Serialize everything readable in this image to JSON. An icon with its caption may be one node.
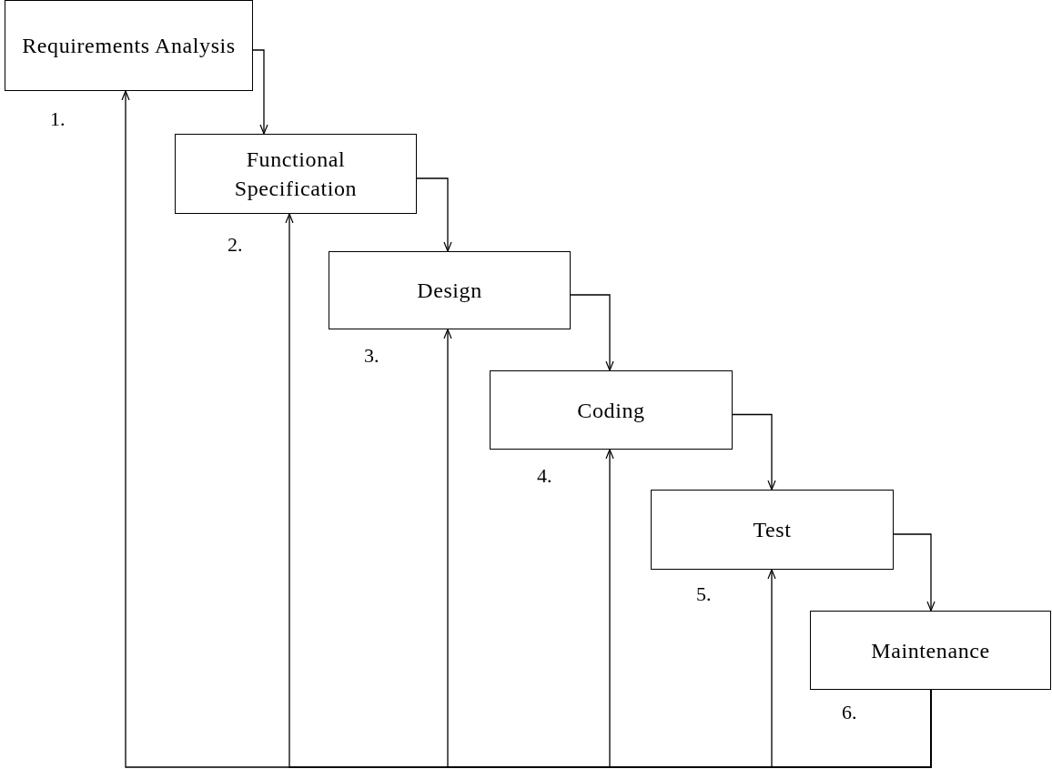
{
  "diagram": {
    "nodes": [
      {
        "text": [
          "Requirements Analysis"
        ],
        "beside": [
          "1."
        ]
      },
      {
        "text": [
          "Functional Specification"
        ],
        "beside": [
          "2."
        ]
      },
      {
        "text": [
          "Design"
        ],
        "beside": [
          "3."
        ]
      },
      {
        "text": [
          "Coding"
        ],
        "beside": [
          "4."
        ]
      },
      {
        "text": [
          "Test"
        ],
        "beside": [
          "5."
        ]
      },
      {
        "text": [
          "Maintenance"
        ],
        "beside": [
          "6."
        ]
      }
    ],
    "edges": [
      {
        "from": 0,
        "to": 1,
        "arrow": "to"
      },
      {
        "from": 1,
        "to": 2,
        "arrow": "to"
      },
      {
        "from": 2,
        "to": 3,
        "arrow": "to"
      },
      {
        "from": 3,
        "to": 4,
        "arrow": "to"
      },
      {
        "from": 4,
        "to": 5,
        "arrow": "to"
      },
      {
        "from": 5,
        "to": 0,
        "arrow": "to"
      },
      {
        "from": 5,
        "to": 1,
        "arrow": "to"
      },
      {
        "from": 5,
        "to": 2,
        "arrow": "to"
      },
      {
        "from": 5,
        "to": 3,
        "arrow": "to"
      },
      {
        "from": 5,
        "to": 4,
        "arrow": "to"
      }
    ]
  }
}
